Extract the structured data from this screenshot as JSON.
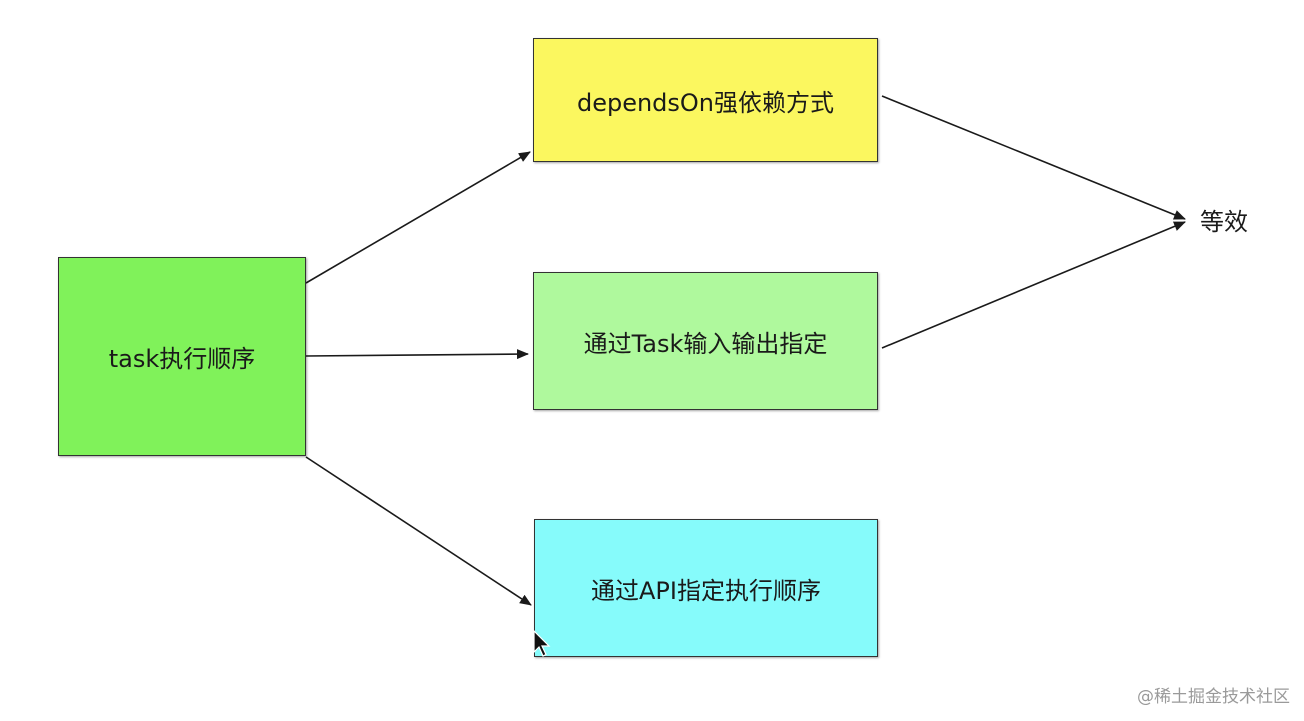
{
  "nodes": {
    "task": {
      "label": "task执行顺序",
      "color": "#80f25a"
    },
    "depends_on": {
      "label": "dependsOn强依赖方式",
      "color": "#fbf75f"
    },
    "task_io": {
      "label": "通过Task输入输出指定",
      "color": "#aff99d"
    },
    "api": {
      "label": "通过API指定执行顺序",
      "color": "#86fbfb"
    }
  },
  "result": {
    "label": "等效"
  },
  "edges": [
    {
      "from": "task",
      "to": "depends_on"
    },
    {
      "from": "task",
      "to": "task_io"
    },
    {
      "from": "task",
      "to": "api"
    },
    {
      "from": "depends_on",
      "to": "result"
    },
    {
      "from": "task_io",
      "to": "result"
    }
  ],
  "watermark": "@稀土掘金技术社区",
  "icons": {
    "cursor": "mouse-pointer-icon"
  }
}
